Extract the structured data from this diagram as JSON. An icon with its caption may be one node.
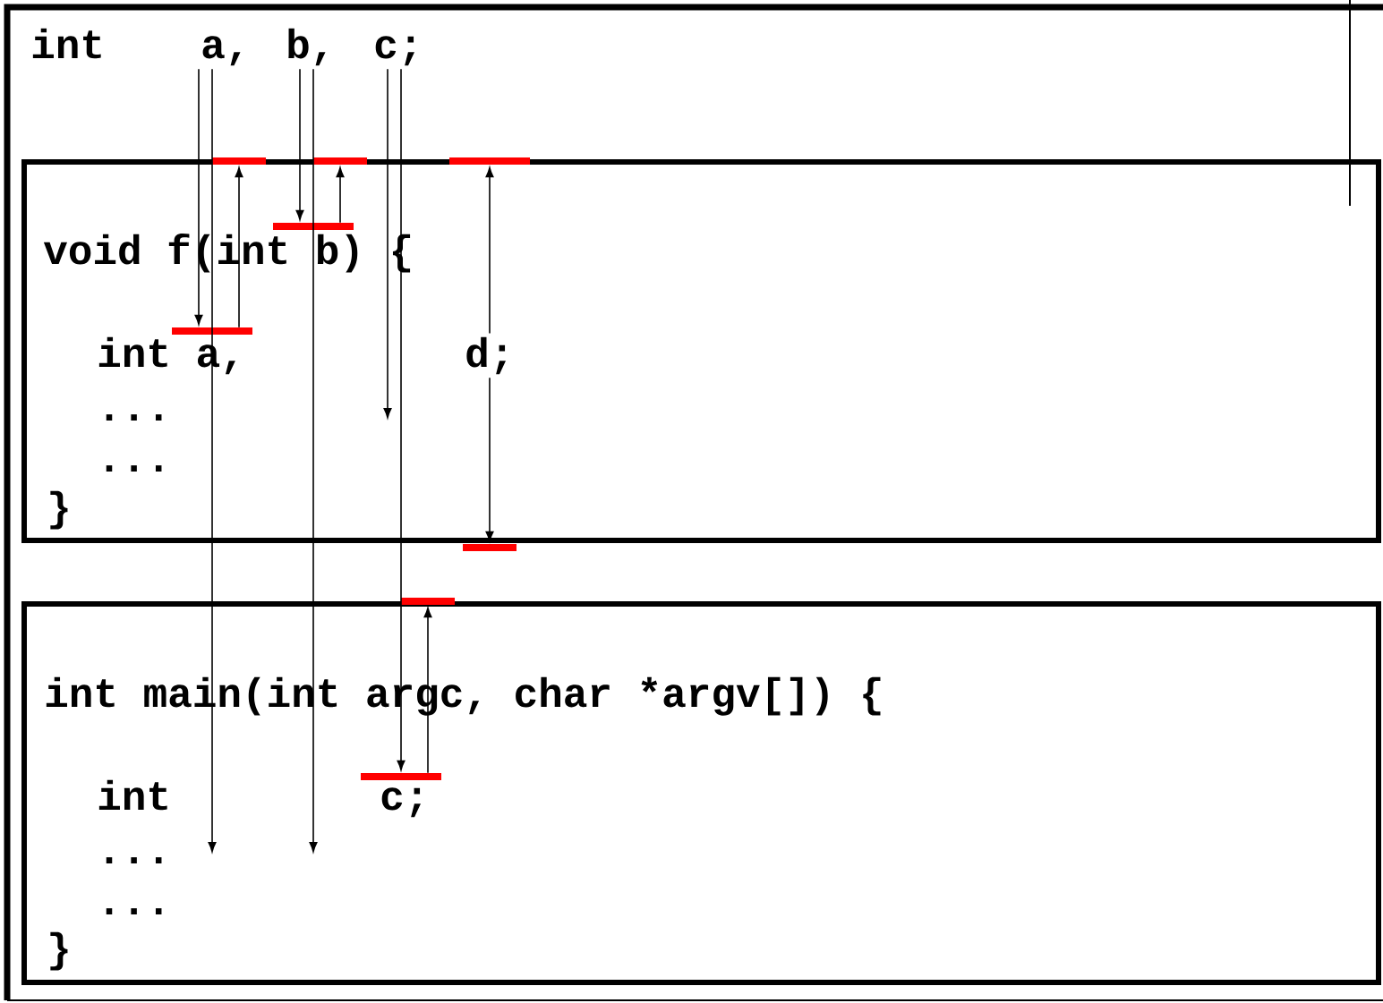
{
  "diagram": {
    "nodes": [
      {
        "text": [
          "int"
        ]
      },
      {
        "text": [
          "a,"
        ],
        "in": 0
      },
      {
        "text": [
          "b,"
        ],
        "in": 0
      },
      {
        "text": [
          "c;"
        ],
        "in": 0
      },
      {
        "text": [
          "void f(int b) {",
          "int a,",
          "...",
          "...",
          "}"
        ],
        "in": 0
      },
      {
        "text": [
          "d;"
        ],
        "in": 4
      },
      {
        "text": [
          "int main(int argc, char *argv[]) {",
          "int",
          "c;",
          "...",
          "...",
          "}"
        ],
        "in": 0
      },
      {
        "text": [],
        "shape": "bar",
        "in": 0
      },
      {
        "text": [],
        "shape": "bar",
        "in": 0
      },
      {
        "text": [],
        "shape": "bar",
        "in": 0
      },
      {
        "text": [],
        "shape": "bar",
        "in": 4
      },
      {
        "text": [],
        "shape": "bar",
        "in": 4
      },
      {
        "text": [],
        "shape": "bar",
        "in": 0
      },
      {
        "text": [],
        "shape": "bar",
        "in": 0
      },
      {
        "text": [],
        "shape": "bar",
        "in": 6
      }
    ],
    "edges": [
      {
        "from": 1,
        "to": 11,
        "arrow": "to"
      },
      {
        "from": 1,
        "to": null,
        "arrow": "to"
      },
      {
        "from": 11,
        "to": 7,
        "arrow": "to"
      },
      {
        "from": 2,
        "to": 10,
        "arrow": "to"
      },
      {
        "from": 2,
        "to": null,
        "arrow": "to"
      },
      {
        "from": 10,
        "to": 8,
        "arrow": "to"
      },
      {
        "from": 3,
        "to": null,
        "arrow": "to"
      },
      {
        "from": 3,
        "to": 14,
        "arrow": "to"
      },
      {
        "from": 14,
        "to": 13,
        "arrow": "to"
      },
      {
        "from": 5,
        "to": 9,
        "arrow": "to"
      },
      {
        "from": 5,
        "to": 12,
        "arrow": "to"
      }
    ]
  }
}
